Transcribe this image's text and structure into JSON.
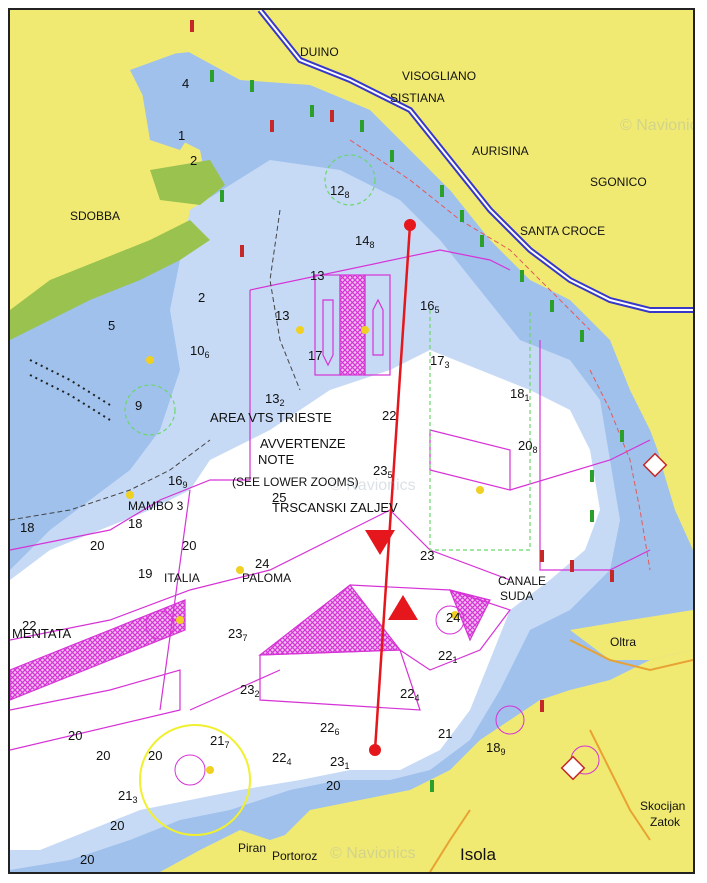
{
  "map": {
    "towns": {
      "duino": "DUINO",
      "visogliano": "VISOGLIANO",
      "sistiana": "SISTIANA",
      "aurisina": "AURISINA",
      "sgonico": "SGONICO",
      "santa_croce": "SANTA CROCE",
      "sdobba": "SDOBBA",
      "oltra": "Oltra",
      "skocijan": "Skocijan",
      "zatok": "Zatok",
      "isola": "Isola",
      "piran": "Piran",
      "portoroz": "Portoroz",
      "canale_suda": "CANALE",
      "suda": "SUDA"
    },
    "area_labels": {
      "area_vts": "AREA VTS TRIESTE",
      "avvertenze": "AVVERTENZE",
      "note": "NOTE",
      "see_lower": "(SEE LOWER ZOOMS)",
      "trscanski": "TRSCANSKI ZALJEV",
      "mambo": "MAMBO 3",
      "italia": "ITALIA",
      "paloma": "PALOMA",
      "mentata": "MENTATA"
    },
    "depths": {
      "d4": "4",
      "d15": "1",
      "d2": "2",
      "d12": "12",
      "d14": "14",
      "d13a": "13",
      "d13b": "13",
      "d16": "16",
      "d17a": "17",
      "d17b": "17",
      "d2b": "2",
      "d5": "5",
      "d10": "10",
      "d9": "9",
      "d18a": "18",
      "d13c": "13",
      "d22a": "22",
      "d20a": "20",
      "d23a": "23",
      "d25": "25",
      "d16b": "16",
      "d18b": "18",
      "d18c": "18",
      "d20b": "20",
      "d20c": "20",
      "d19": "19",
      "d24": "24",
      "d23b": "23",
      "d22b": "22",
      "d23c": "23",
      "d24b": "24",
      "d22c": "22",
      "d23d": "23",
      "d22d": "22",
      "d21a": "21",
      "d22e": "22",
      "d18d": "18",
      "d20d": "20",
      "d20e": "20",
      "d21b": "21",
      "d21c": "21",
      "d20f": "20",
      "d20g": "20",
      "d22f": "22",
      "d20h": "20",
      "d23e": "23"
    },
    "subscripts": {
      "s12": "8",
      "s14": "8",
      "s16": "5",
      "s17": "3",
      "s18": "1",
      "s10": "6",
      "s20": "8",
      "s23": "5",
      "s16b": "9",
      "s23b": "7",
      "s23c": "2",
      "s22": "1",
      "s22b": "4",
      "s22c": "6",
      "s23d": "1",
      "s21": "7",
      "s22d": "4",
      "s21b": "3",
      "s18d": "9",
      "s13": "2"
    },
    "watermark": "© Navionics",
    "colors": {
      "land": "#f1ea72",
      "shallow": "#9fc1ec",
      "mid": "#c6daf6",
      "deep": "#ffffff",
      "green_land": "#99c24f",
      "magenta": "#d633d6",
      "route": "#e5161c",
      "road": "#3838c8"
    }
  }
}
